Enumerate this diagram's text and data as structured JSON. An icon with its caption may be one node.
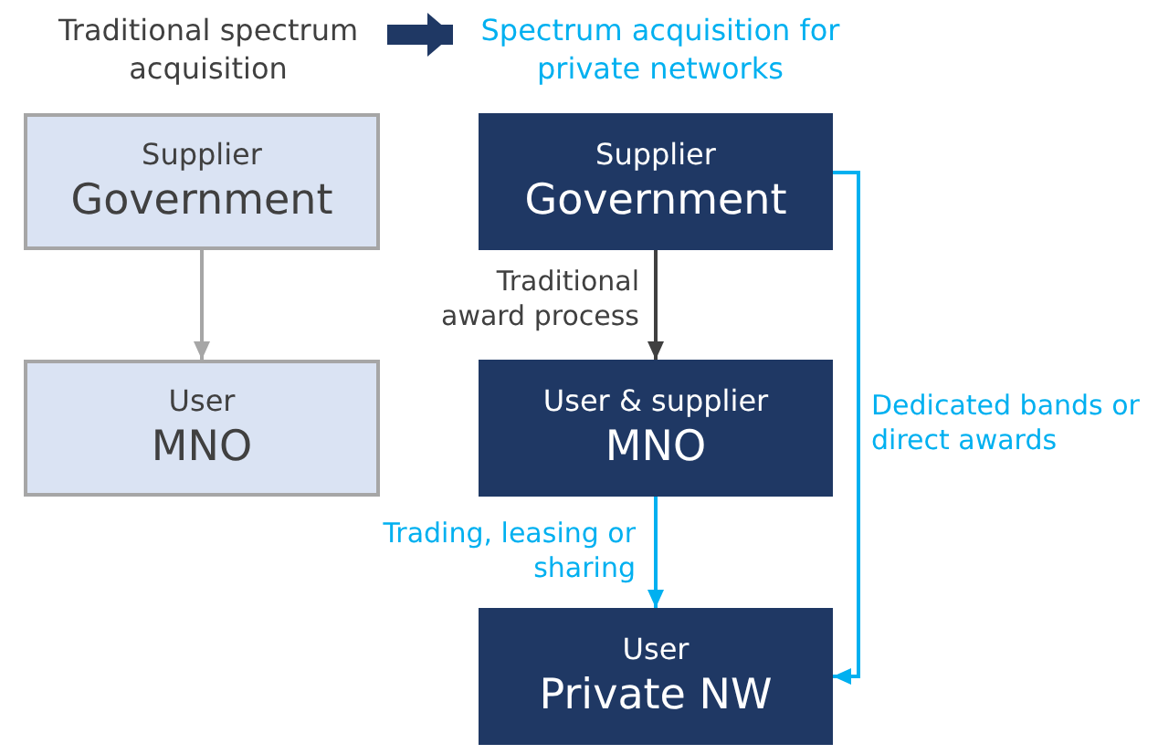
{
  "diagram": {
    "nodes": [
      {
        "text": [
          "Traditional spectrum acquisition"
        ]
      },
      {
        "text": [
          "Spectrum acquisition for private networks"
        ]
      },
      {
        "text": [
          "Supplier",
          "Government"
        ]
      },
      {
        "text": [
          "User",
          "MNO"
        ]
      },
      {
        "text": [
          "Supplier",
          "Government"
        ]
      },
      {
        "text": [
          "User & supplier",
          "MNO"
        ]
      },
      {
        "text": [
          "User",
          "Private NW"
        ]
      }
    ],
    "edges": [
      {
        "from": 0,
        "to": 1,
        "arrow": "to",
        "style": "thick",
        "color": "#1f3864"
      },
      {
        "from": 2,
        "to": 3,
        "arrow": "to",
        "color": "#a6a6a6"
      },
      {
        "from": 4,
        "to": 5,
        "arrow": "to",
        "label": "Traditional award process",
        "color": "#404040"
      },
      {
        "from": 5,
        "to": 6,
        "arrow": "to",
        "label": "Trading, leasing or sharing"
      },
      {
        "from": 4,
        "to": 6,
        "arrow": "to",
        "label": "Dedicated bands or direct awards"
      }
    ]
  }
}
